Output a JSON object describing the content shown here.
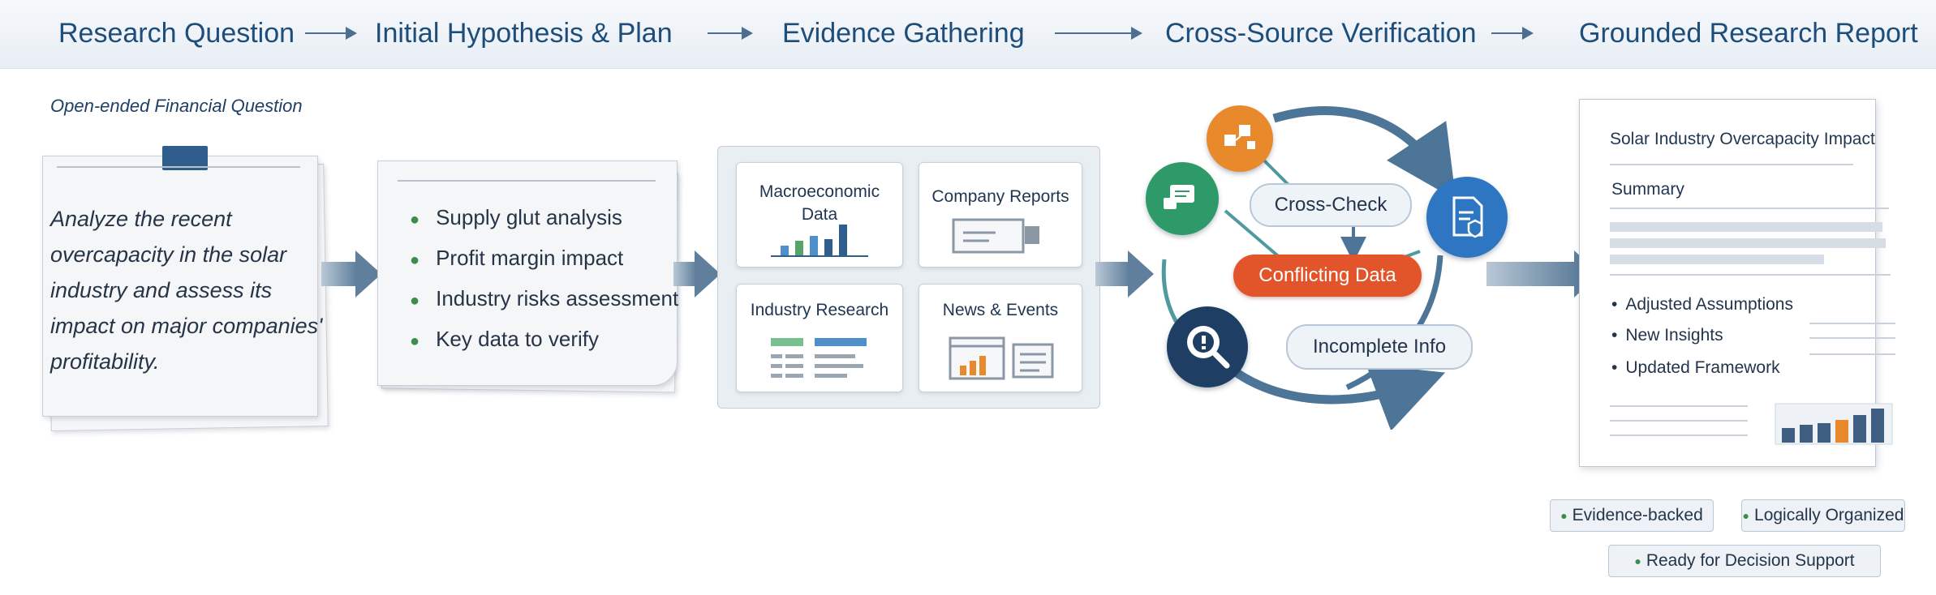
{
  "header": {
    "stages": [
      "Research Question",
      "Initial Hypothesis & Plan",
      "Evidence Gathering",
      "Cross-Source Verification",
      "Grounded Research Report"
    ]
  },
  "question": {
    "caption": "Open-ended Financial Question",
    "text": "Analyze the recent overcapacity in the solar industry and assess its impact on major companies' profitability."
  },
  "plan": {
    "items": [
      "Supply glut analysis",
      "Profit margin impact",
      "Industry risks assessment",
      "Key data to verify"
    ]
  },
  "evidence": {
    "cards": [
      "Macroeconomic Data",
      "Company Reports",
      "Industry Research",
      "News & Events"
    ]
  },
  "verification": {
    "cross_check": "Cross-Check",
    "conflicting": "Conflicting Data",
    "incomplete": "Incomplete Info",
    "colors": {
      "orange": "#e8892c",
      "green": "#2e9a6a",
      "blue": "#2f76c2",
      "navy": "#1e3f63",
      "red": "#e2542a"
    }
  },
  "report": {
    "title": "Solar Industry Overcapacity Impact",
    "summary_label": "Summary",
    "bullets": [
      "Adjusted Assumptions",
      "New Insights",
      "Updated Framework"
    ]
  },
  "tags": [
    "Evidence-backed",
    "Logically Organized",
    "Ready for Decision Support"
  ]
}
